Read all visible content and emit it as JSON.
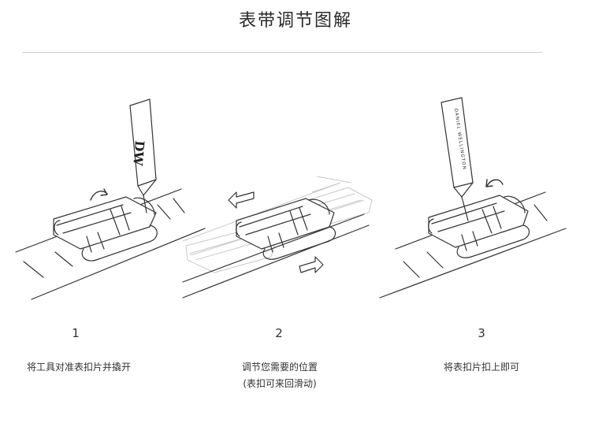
{
  "title": "表带调节图解",
  "steps": [
    {
      "number": "1",
      "caption_lines": [
        "将工具对准表扣片并撬开"
      ],
      "tool_text": "DW"
    },
    {
      "number": "2",
      "caption_lines": [
        "调节您需要的位置",
        "(表扣可来回滑动)"
      ]
    },
    {
      "number": "3",
      "caption_lines": [
        "将表扣片扣上即可"
      ],
      "tool_text": "DANIEL WELLINGTON"
    }
  ]
}
